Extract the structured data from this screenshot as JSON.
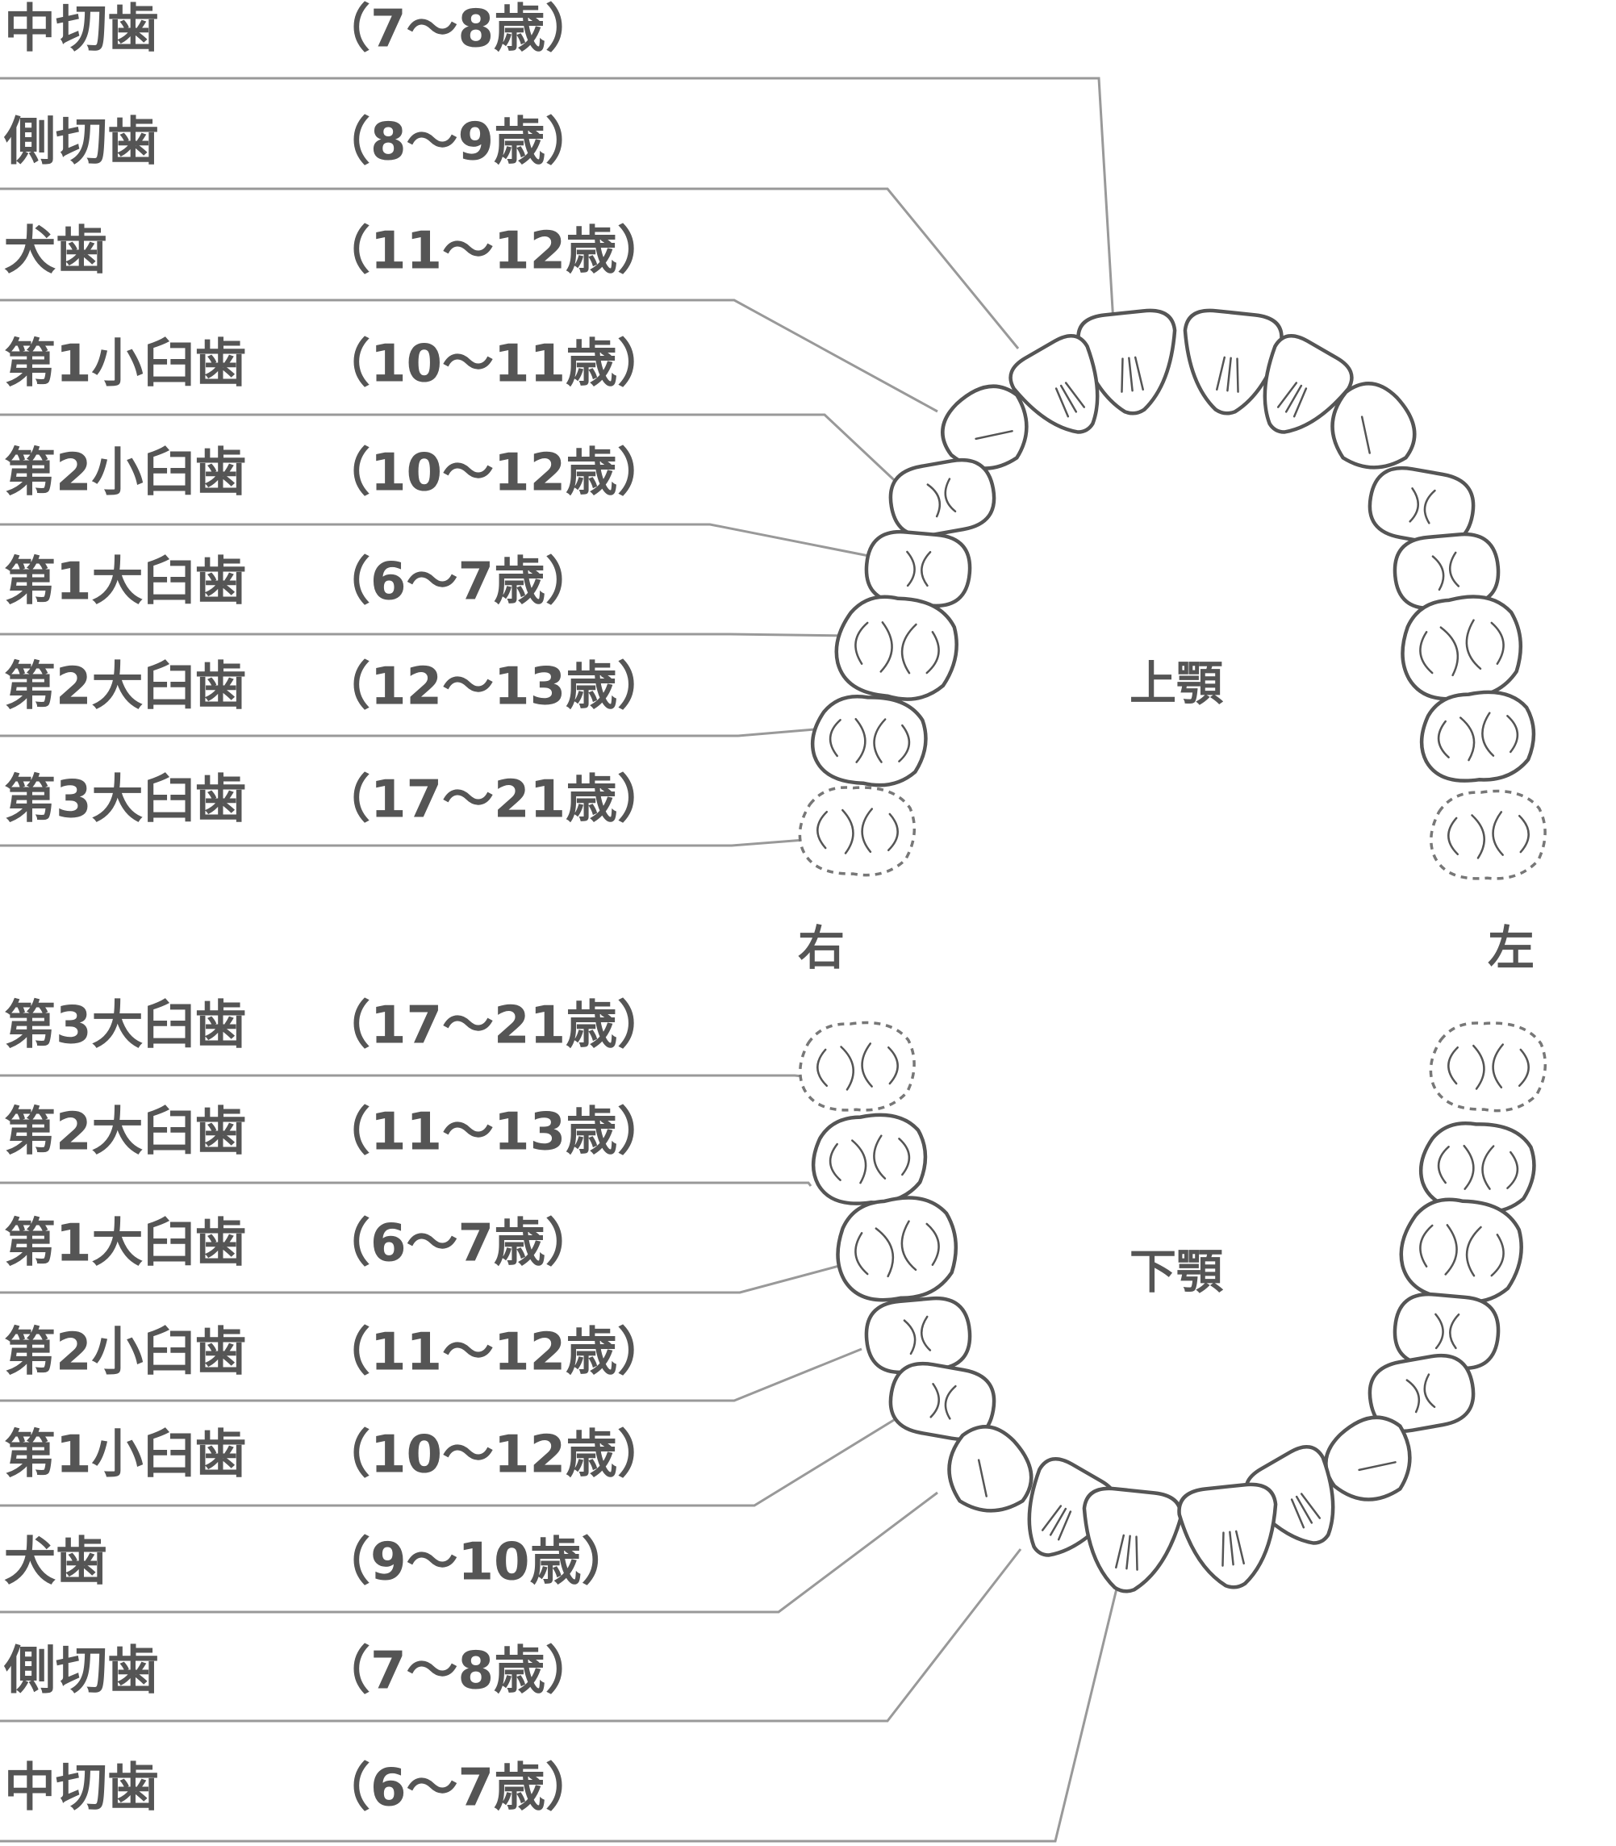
{
  "upper_jaw": {
    "label": "上顎",
    "teeth": [
      {
        "name": "中切歯",
        "age": "（7～8歳）"
      },
      {
        "name": "側切歯",
        "age": "（8～9歳）"
      },
      {
        "name": "犬歯",
        "age": "（11～12歳）"
      },
      {
        "name": "第1小臼歯",
        "age": "（10～11歳）"
      },
      {
        "name": "第2小臼歯",
        "age": "（10～12歳）"
      },
      {
        "name": "第1大臼歯",
        "age": "（6～7歳）"
      },
      {
        "name": "第2大臼歯",
        "age": "（12～13歳）"
      },
      {
        "name": "第3大臼歯",
        "age": "（17～21歳）"
      }
    ]
  },
  "lower_jaw": {
    "label": "下顎",
    "teeth": [
      {
        "name": "第3大臼歯",
        "age": "（17～21歳）"
      },
      {
        "name": "第2大臼歯",
        "age": "（11～13歳）"
      },
      {
        "name": "第1大臼歯",
        "age": "（6～7歳）"
      },
      {
        "name": "第2小臼歯",
        "age": "（11～12歳）"
      },
      {
        "name": "第1小臼歯",
        "age": "（10～12歳）"
      },
      {
        "name": "犬歯",
        "age": "（9～10歳）"
      },
      {
        "name": "側切歯",
        "age": "（7～8歳）"
      },
      {
        "name": "中切歯",
        "age": "（6～7歳）"
      }
    ]
  },
  "side_labels": {
    "right": "右",
    "left": "左"
  },
  "colors": {
    "text": "#555555",
    "outline": "#555555",
    "leader_line": "#999999",
    "dashed_outline": "#777777",
    "background": "#ffffff"
  }
}
